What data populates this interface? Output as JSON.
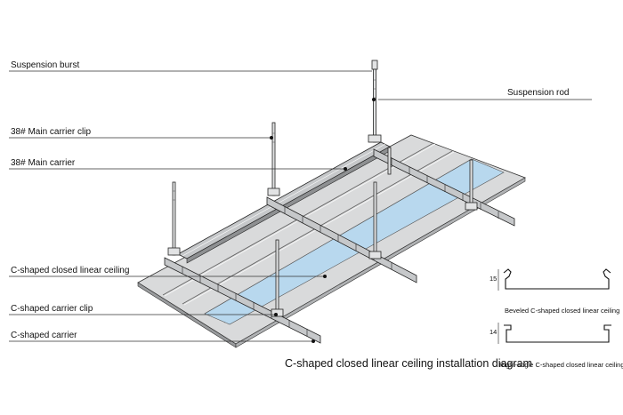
{
  "labels": {
    "suspension_burst": "Suspension burst",
    "suspension_rod": "Suspension rod",
    "main_carrier_clip": "38# Main carrier clip",
    "main_carrier": "38# Main carrier",
    "linear_ceiling": "C-shaped closed linear ceiling",
    "carrier_clip": "C-shaped carrier clip",
    "carrier": "C-shaped carrier"
  },
  "caption": "C-shaped closed linear ceiling installation diagram",
  "profiles": [
    {
      "dimension": "15",
      "caption": "Beveled C-shaped closed linear ceiling"
    },
    {
      "dimension": "14",
      "caption": "Right-angle C-shaped closed linear ceiling"
    }
  ],
  "colors": {
    "panel": "#d9dadb",
    "panel_highlight": "#b8d8ee",
    "line": "#1c1c1c",
    "carrier_metal": "#c6c8ca"
  }
}
